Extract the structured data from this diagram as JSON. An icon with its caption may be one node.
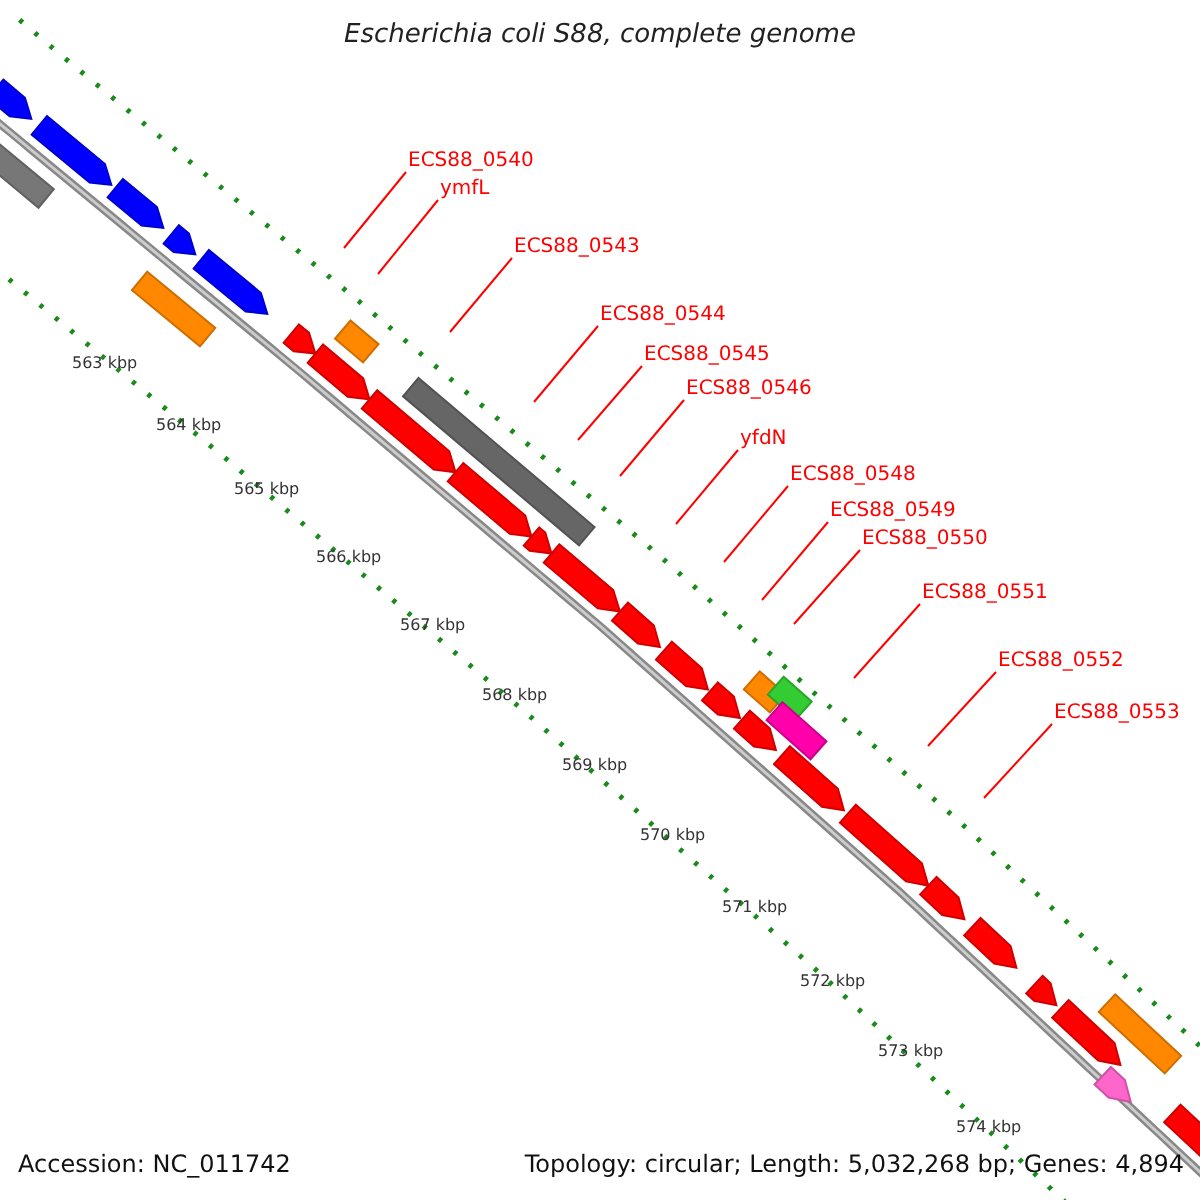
{
  "diagram": {
    "title": "Escherichia coli S88, complete genome",
    "nodes": [
      {
        "text": [
          "ECS88_0540"
        ]
      },
      {
        "text": [
          "ymfL"
        ]
      },
      {
        "text": [
          "ECS88_0543"
        ]
      },
      {
        "text": [
          "ECS88_0544"
        ]
      },
      {
        "text": [
          "ECS88_0545"
        ]
      },
      {
        "text": [
          "ECS88_0546"
        ]
      },
      {
        "text": [
          "yfdN"
        ]
      },
      {
        "text": [
          "ECS88_0548"
        ]
      },
      {
        "text": [
          "ECS88_0549"
        ]
      },
      {
        "text": [
          "ECS88_0550"
        ]
      },
      {
        "text": [
          "ECS88_0551"
        ]
      },
      {
        "text": [
          "ECS88_0552"
        ]
      },
      {
        "text": [
          "ECS88_0553"
        ]
      }
    ],
    "edges": [
      {
        "from": 0,
        "to": null,
        "arrow": "none"
      },
      {
        "from": 1,
        "to": null,
        "arrow": "none"
      },
      {
        "from": 2,
        "to": null,
        "arrow": "none"
      },
      {
        "from": 3,
        "to": null,
        "arrow": "none"
      },
      {
        "from": 4,
        "to": null,
        "arrow": "none"
      },
      {
        "from": 5,
        "to": null,
        "arrow": "none"
      },
      {
        "from": 6,
        "to": null,
        "arrow": "none"
      },
      {
        "from": 7,
        "to": null,
        "arrow": "none"
      },
      {
        "from": 8,
        "to": null,
        "arrow": "none"
      },
      {
        "from": 9,
        "to": null,
        "arrow": "none"
      },
      {
        "from": 10,
        "to": null,
        "arrow": "none"
      },
      {
        "from": 11,
        "to": null,
        "arrow": "none"
      },
      {
        "from": 12,
        "to": null,
        "arrow": "none"
      }
    ],
    "labels": [
      "563 kbp",
      "564 kbp",
      "565 kbp",
      "566 kbp",
      "567 kbp",
      "568 kbp",
      "569 kbp",
      "570 kbp",
      "571 kbp",
      "572 kbp",
      "573 kbp",
      "574 kbp",
      "Accession: NC_011742",
      "Topology: circular; Length: 5,032,268 bp; Genes: 4,894"
    ]
  }
}
